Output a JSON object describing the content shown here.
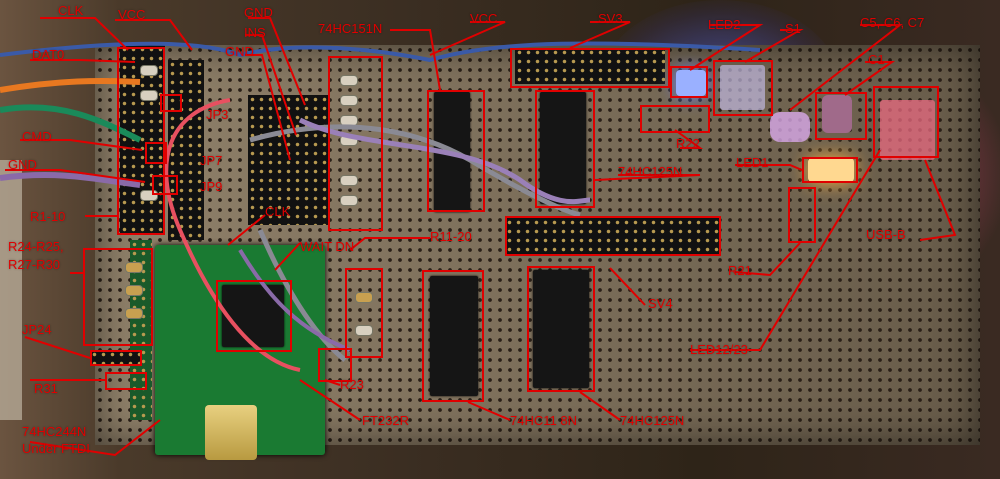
{
  "labels": {
    "clk_top": "CLK",
    "vcc_left": "VCC",
    "dat0": "DAT0",
    "cmd": "CMD",
    "gnd_left": "GND",
    "r1_10": "R1-10",
    "r24_r25": "R24-R25,",
    "r27_r30": "R27-R30",
    "jp24": "JP24",
    "r31": "R31",
    "hc244_line1": "74HC244N",
    "hc244_line2": "Under FTDI",
    "jp3": "JP3",
    "jp7": "JP7",
    "jp9": "JP9",
    "gnd_mid1": "GND",
    "ins": "INS",
    "gnd_mid2": "GND",
    "hc151": "74HC151N",
    "vcc_top": "VCC",
    "sv3": "SV3",
    "led2": "LED2",
    "s1": "S1",
    "c567": "C5, C6, C7",
    "c1": "C1",
    "r22": "R22",
    "hc125_top": "74HC125N",
    "led1": "LED1",
    "usb_b": "USB-B",
    "clk_mid": "CLK",
    "r11_20": "R11-20",
    "wait_dn": "WAIT DN",
    "r21": "R21",
    "sv4": "SV4",
    "led12_23": "LED12/23",
    "r23": "R23",
    "ft232r": "FT232R",
    "hc11": "74HC11 8N",
    "hc125_bot": "74HC125N"
  },
  "colors": {
    "annotation": "#e00000",
    "board": "#8a7a62",
    "pcb_module": "#1a7a32",
    "chip": "#151515",
    "wire_red": "#e85060",
    "wire_orange": "#e87820",
    "wire_green": "#1a8a5a",
    "wire_blue": "#3a5aa8",
    "wire_purple": "#8a6aa8",
    "wire_gray": "#8a8a94",
    "led_blue": "#4a6aff",
    "led_orange": "#ffb040"
  }
}
